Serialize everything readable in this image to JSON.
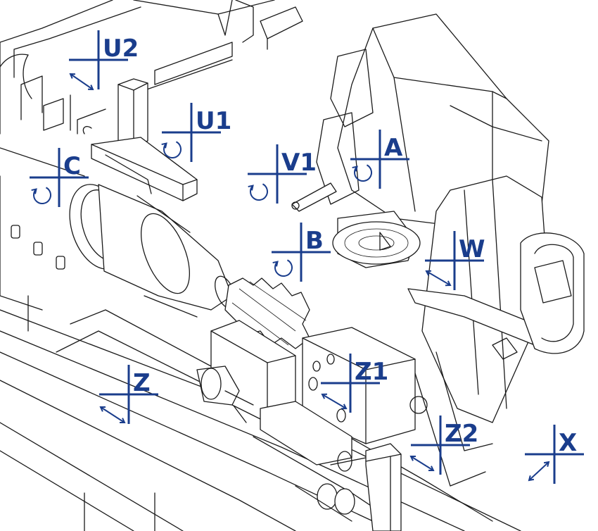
{
  "colors": {
    "axis": "#1a3d8c",
    "line": "#1a1a1a",
    "background": "#ffffff"
  },
  "axes": [
    {
      "id": "u2",
      "label": "U2",
      "motion": "linear-arrow"
    },
    {
      "id": "u1",
      "label": "U1",
      "motion": "rotation-arrow"
    },
    {
      "id": "c",
      "label": "C",
      "motion": "rotation-arrow"
    },
    {
      "id": "v1",
      "label": "V1",
      "motion": "rotation-arrow"
    },
    {
      "id": "a",
      "label": "A",
      "motion": "rotation-arrow"
    },
    {
      "id": "b",
      "label": "B",
      "motion": "rotation-arrow"
    },
    {
      "id": "w",
      "label": "W",
      "motion": "linear-arrow"
    },
    {
      "id": "z1",
      "label": "Z1",
      "motion": "linear-arrow"
    },
    {
      "id": "z",
      "label": "Z",
      "motion": "linear-arrow"
    },
    {
      "id": "z2",
      "label": "Z2",
      "motion": "linear-arrow"
    },
    {
      "id": "x",
      "label": "X",
      "motion": "linear-arrow"
    }
  ]
}
